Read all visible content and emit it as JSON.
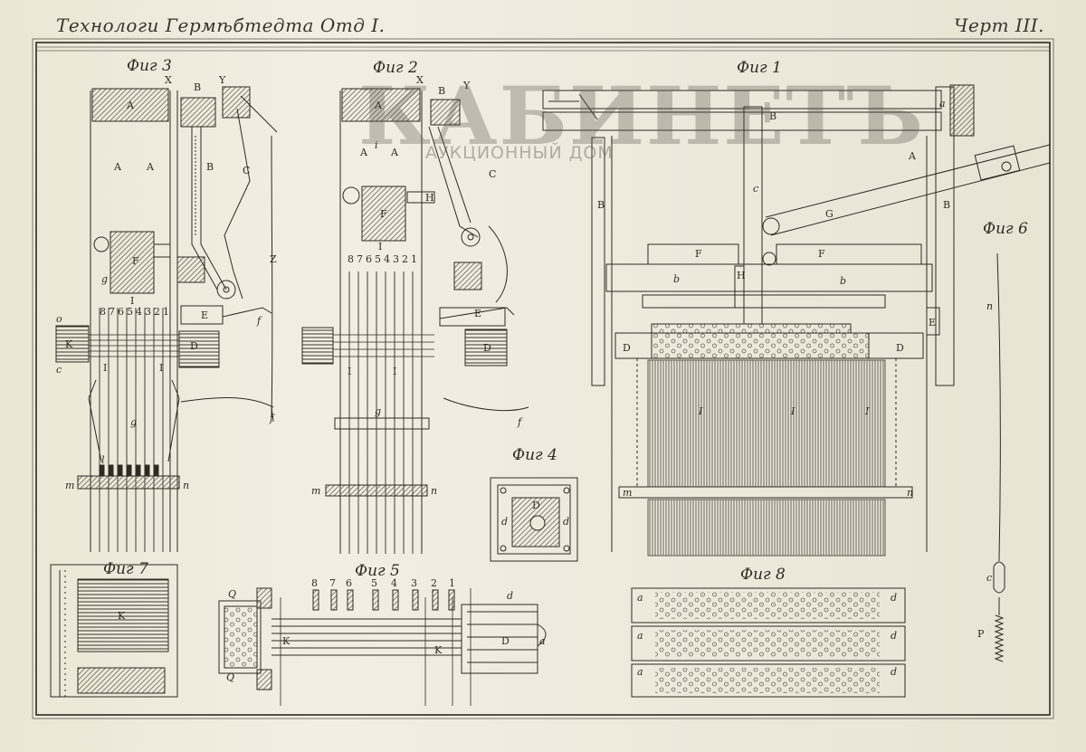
{
  "plate": {
    "title": "Технологи Гермѣбтедта Отд I.",
    "number": "Черт III."
  },
  "watermark": {
    "main": "КАБИНЕТЪ",
    "sub": "АУКЦИОННЫЙ ДОМ"
  },
  "figures": {
    "fig1": {
      "label": "Фиг 1",
      "letters": [
        "B",
        "B",
        "A",
        "B",
        "a",
        "c",
        "b",
        "G",
        "F",
        "F",
        "H",
        "b",
        "D",
        "D",
        "E",
        "I",
        "I",
        "I",
        "m",
        "n"
      ]
    },
    "fig2": {
      "label": "Фиг 2",
      "letters": [
        "X",
        "B",
        "Y",
        "A",
        "A",
        "A",
        "i",
        "H",
        "C",
        "F",
        "I",
        "E",
        "D",
        "I",
        "I",
        "g",
        "f",
        "m",
        "n"
      ],
      "numbers": [
        "8",
        "7",
        "6",
        "5",
        "4",
        "3",
        "2",
        "1"
      ]
    },
    "fig3": {
      "label": "Фиг 3",
      "letters": [
        "X",
        "B",
        "Y",
        "A",
        "A",
        "A",
        "B",
        "C",
        "F",
        "g",
        "I",
        "D",
        "E",
        "K",
        "I",
        "I",
        "g",
        "l",
        "m",
        "n",
        "Z",
        "f",
        "f",
        "c",
        "o"
      ],
      "numbers": [
        "8",
        "7",
        "6",
        "5",
        "4",
        "3",
        "2",
        "1"
      ]
    },
    "fig4": {
      "label": "Фиг 4",
      "letters": [
        "D",
        "d",
        "d"
      ]
    },
    "fig5": {
      "label": "Фиг 5",
      "letters": [
        "Q",
        "K",
        "K",
        "D",
        "d",
        "a",
        "Q"
      ],
      "numbers": [
        "8",
        "7",
        "6",
        "5",
        "4",
        "3",
        "2",
        "1"
      ]
    },
    "fig6": {
      "label": "Фиг 6",
      "letters": [
        "n",
        "c",
        "P"
      ]
    },
    "fig7": {
      "label": "Фиг 7",
      "letters": [
        "K"
      ]
    },
    "fig8": {
      "label": "Фиг 8",
      "letters": [
        "a",
        "d",
        "a",
        "d",
        "a",
        "d"
      ]
    }
  },
  "colors": {
    "paper": "#efe9dc",
    "ink": "#2f2a22",
    "hatch": "#6b6457",
    "watermark": "#5a544a"
  }
}
